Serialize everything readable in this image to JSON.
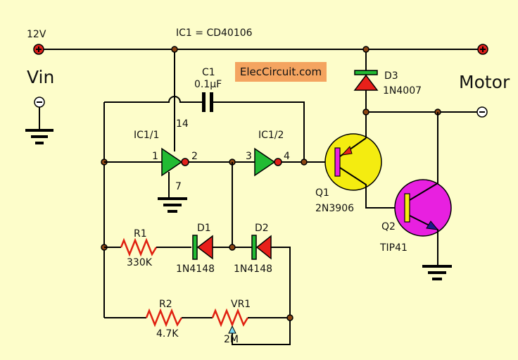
{
  "title": "IC1 = CD40106",
  "watermark": "ElecCircuit.com",
  "supply": {
    "voltage": "12V",
    "vin": "Vin"
  },
  "motor": "Motor",
  "ic": {
    "u1_name": "IC1/1",
    "u1_in_pin": "1",
    "u1_out_pin": "2",
    "vcc_pin": "14",
    "gnd_pin": "7",
    "u2_name": "IC1/2",
    "u2_in_pin": "3",
    "u2_out_pin": "4"
  },
  "components": {
    "c1": {
      "ref": "C1",
      "value": "0.1µF"
    },
    "r1": {
      "ref": "R1",
      "value": "330K"
    },
    "r2": {
      "ref": "R2",
      "value": "4.7K"
    },
    "vr1": {
      "ref": "VR1",
      "value": "2M"
    },
    "d1": {
      "ref": "D1",
      "value": "1N4148"
    },
    "d2": {
      "ref": "D2",
      "value": "1N4148"
    },
    "d3": {
      "ref": "D3",
      "value": "1N4007"
    },
    "q1": {
      "ref": "Q1",
      "value": "2N3906"
    },
    "q2": {
      "ref": "Q2",
      "value": "TIP41"
    }
  },
  "colors": {
    "background": "#fdfdca",
    "terminal_red": "#e0201a",
    "inverter_green": "#22bb33",
    "diode_red": "#e8201a",
    "diode_green": "#22bb33",
    "q1_body": "#f4ec10",
    "q2_body": "#e820e0",
    "resistor": "#e02010",
    "watermark_bg": "#f4a460"
  }
}
